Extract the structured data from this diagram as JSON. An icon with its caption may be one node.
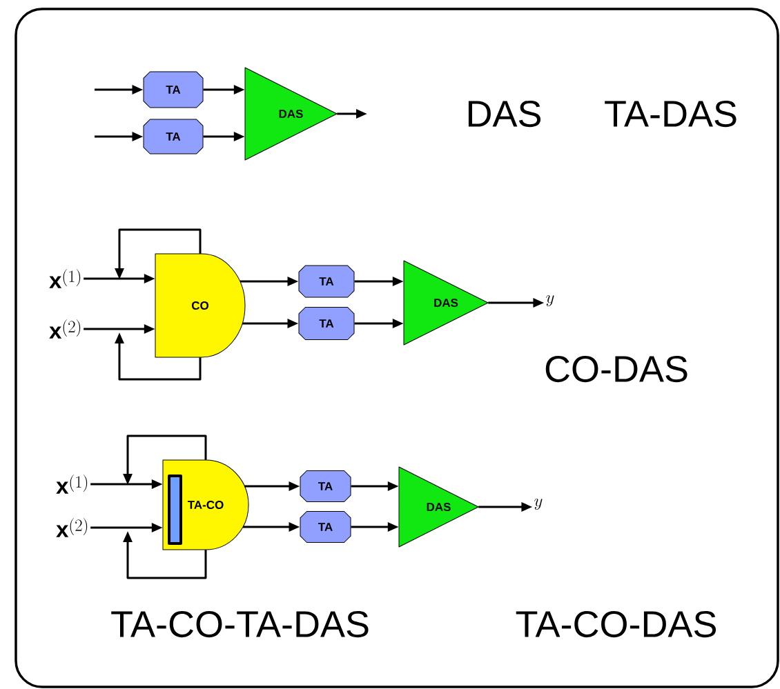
{
  "diagram": {
    "nodes": [
      {
        "text": [
          "TA"
        ]
      },
      {
        "text": [
          "TA"
        ]
      },
      {
        "text": [
          "DAS"
        ]
      },
      {
        "text": [
          "\\mathbf{x}^{(1)}"
        ]
      },
      {
        "text": [
          "\\mathbf{x}^{(2)}"
        ]
      },
      {
        "text": [
          "CO"
        ]
      },
      {
        "text": [
          "TA"
        ]
      },
      {
        "text": [
          "TA"
        ]
      },
      {
        "text": [
          "DAS"
        ]
      },
      {
        "text": [
          "y"
        ]
      },
      {
        "text": [
          "\\mathbf{x}^{(1)}"
        ]
      },
      {
        "text": [
          "\\mathbf{x}^{(2)}"
        ]
      },
      {
        "text": [
          "TA-CO"
        ]
      },
      {
        "text": [],
        "shape": "bar",
        "in": 12
      },
      {
        "text": [
          "TA"
        ]
      },
      {
        "text": [
          "TA"
        ]
      },
      {
        "text": [
          "DAS"
        ]
      },
      {
        "text": [
          "y"
        ]
      }
    ],
    "edges": [
      {
        "from": null,
        "to": 0,
        "arrow": "to"
      },
      {
        "from": null,
        "to": 1,
        "arrow": "to"
      },
      {
        "from": 0,
        "to": 2,
        "arrow": "to"
      },
      {
        "from": 1,
        "to": 2,
        "arrow": "to"
      },
      {
        "from": 2,
        "to": null,
        "arrow": "to"
      },
      {
        "from": 3,
        "to": 5,
        "arrow": "to"
      },
      {
        "from": 4,
        "to": 5,
        "arrow": "to"
      },
      {
        "from": 5,
        "to": null,
        "arrow": "to"
      },
      {
        "from": 5,
        "to": null,
        "arrow": "to"
      },
      {
        "from": 5,
        "to": 6,
        "arrow": "to"
      },
      {
        "from": 5,
        "to": 7,
        "arrow": "to"
      },
      {
        "from": 6,
        "to": 8,
        "arrow": "to"
      },
      {
        "from": 7,
        "to": 8,
        "arrow": "to"
      },
      {
        "from": 8,
        "to": 9,
        "arrow": "to"
      },
      {
        "from": 10,
        "to": 12,
        "arrow": "to"
      },
      {
        "from": 11,
        "to": 12,
        "arrow": "to"
      },
      {
        "from": 12,
        "to": null,
        "arrow": "to"
      },
      {
        "from": 12,
        "to": null,
        "arrow": "to"
      },
      {
        "from": 12,
        "to": 14,
        "arrow": "to"
      },
      {
        "from": 12,
        "to": 15,
        "arrow": "to"
      },
      {
        "from": 14,
        "to": 16,
        "arrow": "to"
      },
      {
        "from": 15,
        "to": 16,
        "arrow": "to"
      },
      {
        "from": 16,
        "to": 17,
        "arrow": "to"
      }
    ],
    "labels": [
      "DAS",
      "TA-DAS",
      "CO-DAS",
      "TA-CO-TA-DAS",
      "TA-CO-DAS"
    ]
  }
}
